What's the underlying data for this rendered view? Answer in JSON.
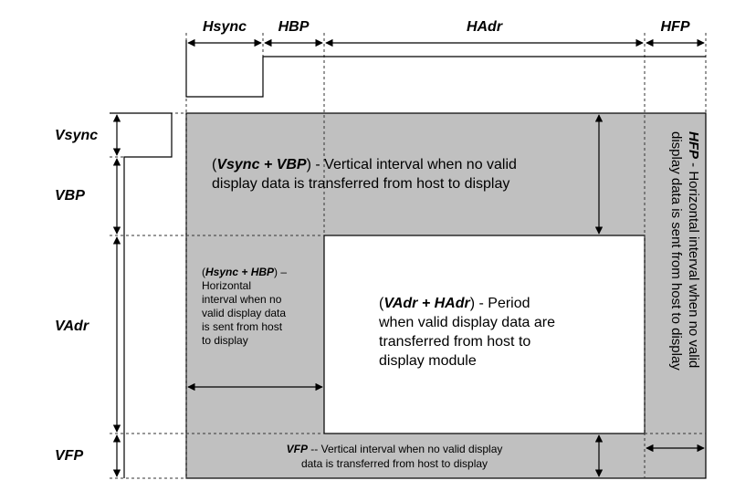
{
  "headers": {
    "hsync": "Hsync",
    "hbp": "HBP",
    "hadr": "HAdr",
    "hfp": "HFP"
  },
  "rows": {
    "vsync": "Vsync",
    "vbp": "VBP",
    "vadr": "VAdr",
    "vfp": "VFP"
  },
  "notes": {
    "vsync_vbp": {
      "open": "(",
      "term": "Vsync + VBP",
      "close": ")",
      "text_1": " - Vertical interval when no valid",
      "text_2": "display data is transferred from host to display"
    },
    "hsync_hbp": {
      "open": "(",
      "term": "Hsync + HBP",
      "close": ")",
      "dash": " –",
      "lines": [
        "Horizontal",
        "interval when no",
        "valid display data",
        "is sent from host",
        "to display"
      ]
    },
    "vadr_hadr": {
      "open": "(",
      "term": "VAdr + HAdr",
      "close": ")",
      "text_1": " - Period",
      "lines": [
        "when valid display data are",
        "transferred from host to",
        "display module"
      ]
    },
    "vfp": {
      "term": "VFP",
      "text_1": " -- Vertical interval when no valid display",
      "text_2": "data is transferred from host to display"
    },
    "hfp": {
      "term": "HFP",
      "text_1": " - Horizontal interval when no valid",
      "text_2": "display data is sent from host to display"
    }
  },
  "colors": {
    "shade": "#c0c0c0",
    "line": "#000000",
    "dash": "#333333"
  }
}
